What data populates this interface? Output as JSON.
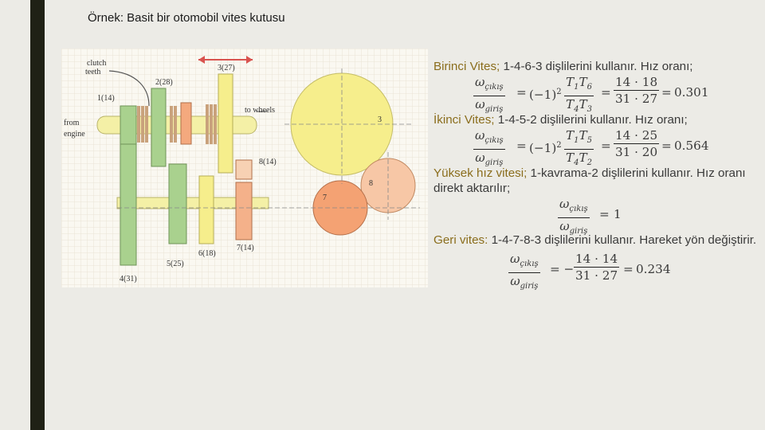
{
  "slide": {
    "title": "Örnek: Basit bir otomobil vites kutusu"
  },
  "figure": {
    "labels": {
      "clutch": "clutch",
      "teeth": "teeth",
      "gear2": "2(28)",
      "gear3": "3(27)",
      "gear1": "1(14)",
      "to_wheels": "to wheels",
      "from": "from",
      "engine": "engine",
      "gear8": "8(14)",
      "gear4": "4(31)",
      "gear5": "5(25)",
      "gear6": "6(18)",
      "gear7": "7(14)",
      "circle3": "3",
      "circle8": "8",
      "circle7": "7"
    },
    "colors": {
      "green": "#a9d18e",
      "yellow": "#f6ee8c",
      "peach": "#f7bf9a",
      "orange": "#f3a173",
      "shaft": "#f5f1a6",
      "grid": "#e9e4d6",
      "bg": "#f9f7f0"
    }
  },
  "text": {
    "first_head": "Birinci Vites;",
    "first_body": " 1-4-6-3 dişlilerini kullanır. Hız oranı;",
    "eq1": {
      "num_left": "ω",
      "num_sub": "çıkış",
      "den_left": "ω",
      "den_sub": "giriş",
      "eq1": "=",
      "sign": "(−1)",
      "pow": "2",
      "t_num": "T",
      "t_num_a": "1",
      "t_num_b": "6",
      "t_den_a": "4",
      "t_den_b": "3",
      "eq2": "=",
      "n_num": "14 · 18",
      "n_den": "31 · 27",
      "eq3": "=",
      "result": "0.301"
    },
    "second_head": "İkinci Vites;",
    "second_body": " 1-4-5-2 dişlilerini kullanır. Hız oranı;",
    "eq2": {
      "num_left": "ω",
      "num_sub": "çıkış",
      "den_left": "ω",
      "den_sub": "giriş",
      "eq1": "=",
      "sign": "(−1)",
      "pow": "2",
      "t_num": "T",
      "t_num_a": "1",
      "t_num_b": "5",
      "t_den_a": "4",
      "t_den_b": "2",
      "eq2": "=",
      "n_num": "14 · 25",
      "n_den": "31 · 20",
      "eq3": "=",
      "result": "0.564"
    },
    "high_head": "Yüksek hız vitesi;",
    "high_body": " 1-kavrama-2 dişlilerini kullanır. Hız oranı direkt aktarılır;",
    "eq3": {
      "num_left": "ω",
      "num_sub": "çıkış",
      "den_left": "ω",
      "den_sub": "giriş",
      "eq1": "=",
      "result": "1"
    },
    "rev_head": "Geri vites:",
    "rev_body": " 1-4-7-8-3 dişlilerini kullanır. Hareket yön değiştirir.",
    "eq4": {
      "num_left": "ω",
      "num_sub": "çıkış",
      "den_left": "ω",
      "den_sub": "giriş",
      "eq1": "= −",
      "n_num": "14 · 14",
      "n_den": "31 · 27",
      "eq3": "=",
      "result": "0.234"
    }
  }
}
